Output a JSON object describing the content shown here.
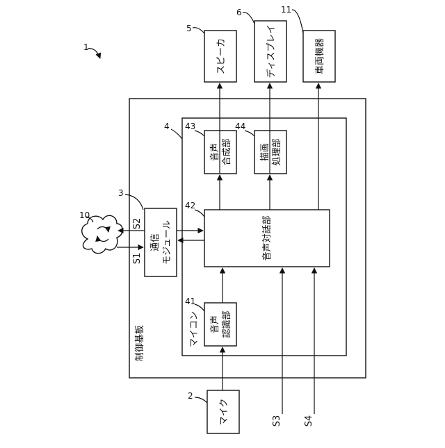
{
  "figure_number": "1",
  "blocks": {
    "speaker": {
      "ref": "5",
      "label": "スピーカ"
    },
    "display": {
      "ref": "6",
      "label": "ディスプレイ"
    },
    "vehicle_device": {
      "ref": "11",
      "label": "車両機器"
    },
    "control_board": {
      "label": "制御基板"
    },
    "microcomputer": {
      "ref": "4",
      "label": "マイコン"
    },
    "voice_synthesis": {
      "ref": "43",
      "label_line1": "音声",
      "label_line2": "合成部"
    },
    "drawing_processing": {
      "ref": "44",
      "label_line1": "描画",
      "label_line2": "処理部"
    },
    "voice_dialogue": {
      "ref": "42",
      "label": "音声対話部"
    },
    "voice_recognition": {
      "ref": "41",
      "label_line1": "音声",
      "label_line2": "認識部"
    },
    "comm_module": {
      "ref": "3",
      "label_line1": "通信",
      "label_line2": "モジュール"
    },
    "cloud": {
      "ref": "10"
    },
    "microphone": {
      "ref": "2",
      "label": "マイク"
    }
  },
  "signals": {
    "s1": "S1",
    "s2": "S2",
    "s3": "S3",
    "s4": "S4"
  }
}
